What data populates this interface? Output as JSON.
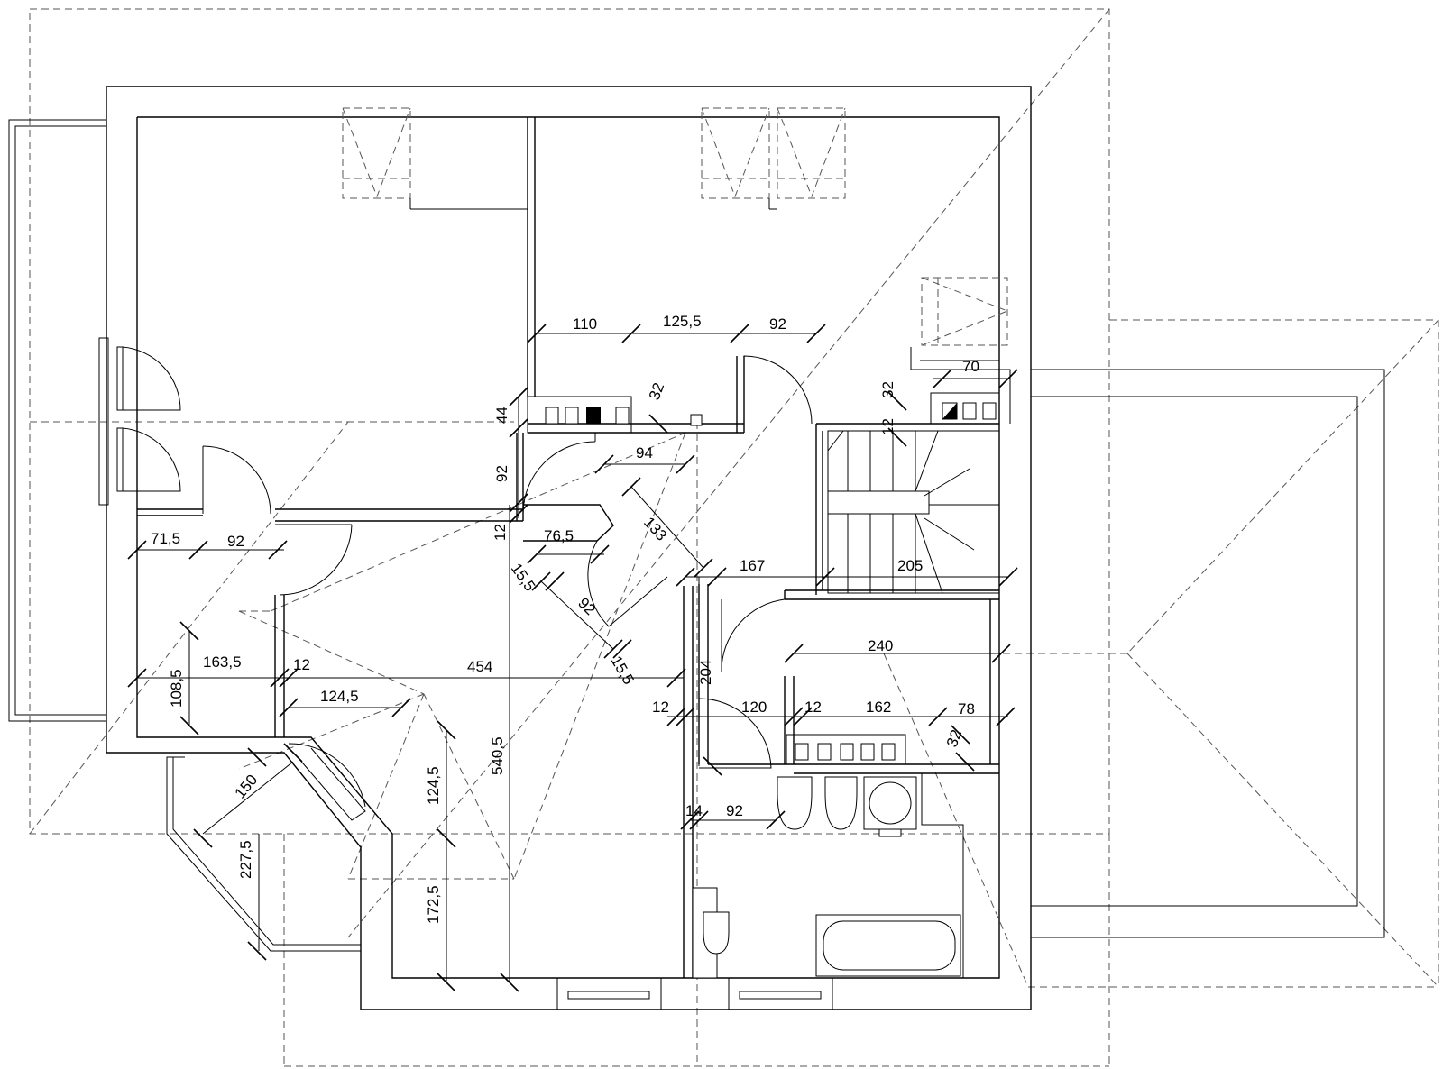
{
  "dimensions": {
    "top_110": "110",
    "top_125_5": "125,5",
    "top_92": "92",
    "right_70": "70",
    "chim_32": "32",
    "v_44": "44",
    "d_32b": "32",
    "d_12a": "12",
    "v_92": "92",
    "h_94": "94",
    "v_12b": "12",
    "h_76_5": "76,5",
    "d_133": "133",
    "h_167": "167",
    "h_205": "205",
    "d_15_5a": "15,5",
    "d_92b": "92",
    "h_71_5": "71,5",
    "h_92c": "92",
    "h_163_5": "163,5",
    "v_108_5": "108,5",
    "h_12c": "12",
    "h_454": "454",
    "d_15_5b": "15,5",
    "v_204": "204",
    "h_240": "240",
    "h_124_5": "124,5",
    "h_12d": "12",
    "h_120": "120",
    "h_12e": "12",
    "h_162": "162",
    "h_78": "78",
    "d_32c": "32",
    "d_150": "150",
    "v_124_5": "124,5",
    "v_540_5": "540,5",
    "h_14": "14",
    "h_92d": "92",
    "v_227_5": "227,5",
    "v_172_5": "172,5"
  }
}
